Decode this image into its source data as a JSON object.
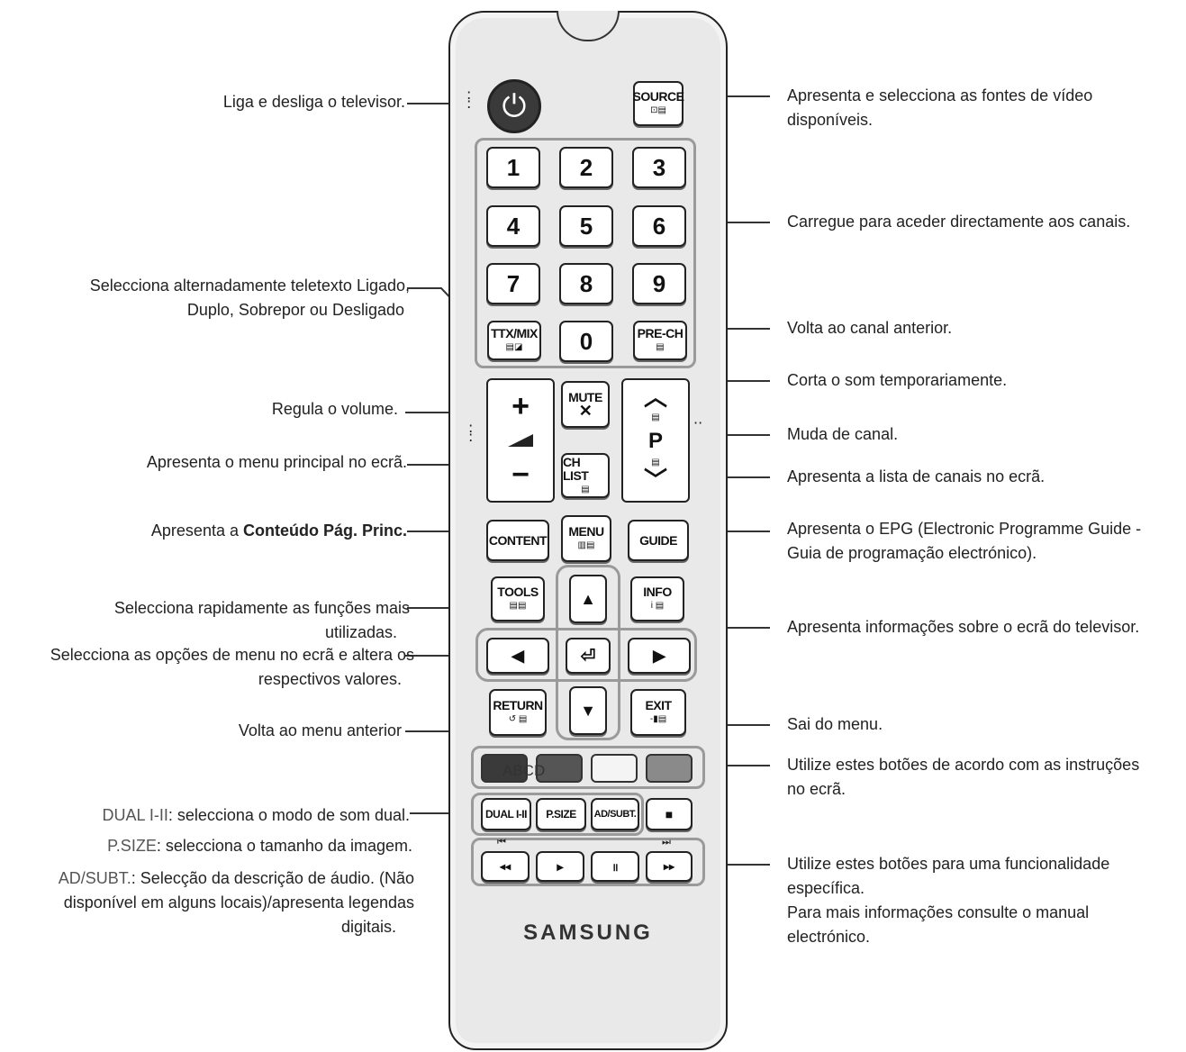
{
  "remote": {
    "brand": "SAMSUNG",
    "power_icon": "power-icon",
    "source": {
      "label": "SOURCE",
      "sub": "⊡▤"
    },
    "digits": [
      "1",
      "2",
      "3",
      "4",
      "5",
      "6",
      "7",
      "8",
      "9",
      "0"
    ],
    "ttx": {
      "label": "TTX/MIX",
      "sub": "▤◪"
    },
    "prech": {
      "label": "PRE-CH",
      "sub": "▤"
    },
    "volume": {
      "plus": "+",
      "minus": "−"
    },
    "mute": {
      "label": "MUTE",
      "icon": "🔇"
    },
    "channel": {
      "up": "^",
      "p": "P",
      "down": "v"
    },
    "chlist": {
      "label": "CH LIST",
      "sub": "▤"
    },
    "content": {
      "label": "CONTENT"
    },
    "menu": {
      "label": "MENU",
      "sub": "▥▤"
    },
    "guide": {
      "label": "GUIDE"
    },
    "tools": {
      "label": "TOOLS",
      "sub": "▤▤"
    },
    "info": {
      "label": "INFO",
      "sub": "i ▤"
    },
    "nav": {
      "up": "▲",
      "down": "▼",
      "left": "◀",
      "right": "▶",
      "enter": "⏎"
    },
    "return": {
      "label": "RETURN",
      "sub": "↺ ▤"
    },
    "exit": {
      "label": "EXIT",
      "sub": "-▮▤"
    },
    "color_label": "ABCD",
    "colors": [
      "#3a3a3a",
      "#555555",
      "#f4f4f4",
      "#8a8a8a"
    ],
    "dual": {
      "label": "DUAL I-II"
    },
    "psize": {
      "label": "P.SIZE"
    },
    "adsubt": {
      "label": "AD/SUBT."
    },
    "stop": {
      "label": "■"
    },
    "media": {
      "rew": "◂◂",
      "play": "▸",
      "pause": "॥",
      "ff": "▸▸",
      "prev": "⏮",
      "next": "⏭"
    }
  },
  "labels": {
    "power": "Liga e desliga o televisor.",
    "source_1": "Apresenta e selecciona as fontes de vídeo",
    "source_2": "disponíveis.",
    "digits": "Carregue para aceder directamente aos canais.",
    "ttx_1": "Selecciona alternadamente teletexto Ligado,",
    "ttx_2": "Duplo, Sobrepor ou Desligado",
    "prech": "Volta ao canal anterior.",
    "mute": "Corta o som temporariamente.",
    "volume": "Regula o volume.",
    "channel": "Muda de canal.",
    "menu": "Apresenta o menu principal no ecrã.",
    "chlist": "Apresenta a lista de canais no ecrã.",
    "content_prefix": "Apresenta a ",
    "content_bold": "Conteúdo Pág. Princ.",
    "guide_1": "Apresenta o EPG (Electronic Programme Guide -",
    "guide_2": "Guia de programação electrónico).",
    "tools_1": "Selecciona rapidamente as funções mais",
    "tools_2": "utilizadas.",
    "info": "Apresenta informações sobre o ecrã do televisor.",
    "nav_1": "Selecciona as opções de menu no ecrã e altera os",
    "nav_2": "respectivos valores.",
    "return": "Volta ao menu anterior",
    "exit": "Sai do menu.",
    "colors_1": "Utilize estes botões de acordo com as instruções",
    "colors_2": "no ecrã.",
    "dual_key": "DUAL I-II",
    "dual_text": ": selecciona o modo de som dual.",
    "psize_key": "P.SIZE",
    "psize_text": ": selecciona o tamanho da imagem.",
    "adsubt_key": "AD/SUBT.",
    "adsubt_text_1": ": Selecção da descrição de áudio. (Não",
    "adsubt_text_2": "disponível em alguns locais)/apresenta legendas",
    "adsubt_text_3": "digitais.",
    "media_1": "Utilize estes botões para uma funcionalidade",
    "media_2": "específica.",
    "media_3": "Para mais informações consulte o manual",
    "media_4": "electrónico."
  }
}
